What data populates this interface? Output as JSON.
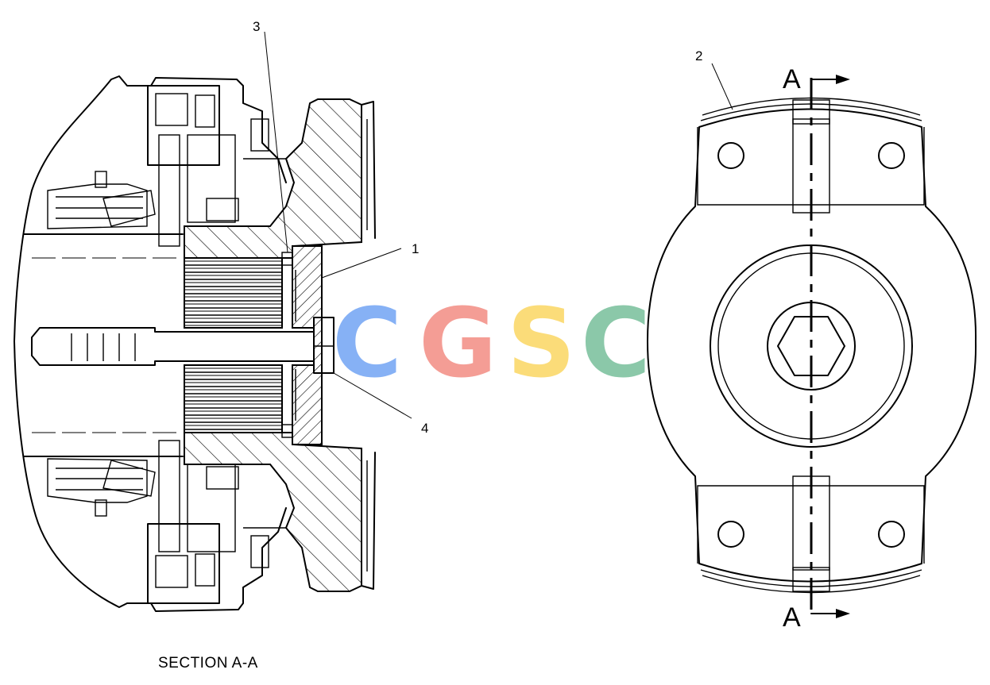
{
  "callouts": {
    "c1": "1",
    "c2": "2",
    "c3": "3",
    "c4": "4"
  },
  "section": {
    "top_letter": "A",
    "bottom_letter": "A",
    "caption": "SECTION A-A"
  },
  "watermark": {
    "letters": [
      "C",
      "G",
      "S",
      "C"
    ],
    "colors": [
      "#7aa9f5",
      "#f3938a",
      "#fbd96b",
      "#7fc3a0"
    ]
  }
}
